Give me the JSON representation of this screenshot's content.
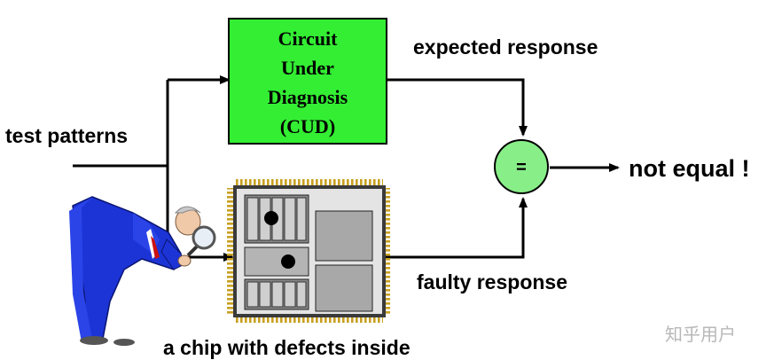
{
  "diagram": {
    "input_label": "test patterns",
    "cud_box": {
      "lines": [
        "Circuit",
        "Under",
        "Diagnosis",
        "(CUD)"
      ],
      "fill": "#33ee33"
    },
    "expected_label": "expected response",
    "faulty_label": "faulty response",
    "comparator_symbol": "=",
    "comparator_fill": "#88ee88",
    "result_label": "not equal !",
    "chip_caption": "a chip with defects inside",
    "person_icon": "inspector-with-magnifier-icon",
    "chip_icon": "integrated-circuit-chip-icon",
    "defect_marker_icon": "defect-dot-icon"
  },
  "watermark": "知乎用户"
}
